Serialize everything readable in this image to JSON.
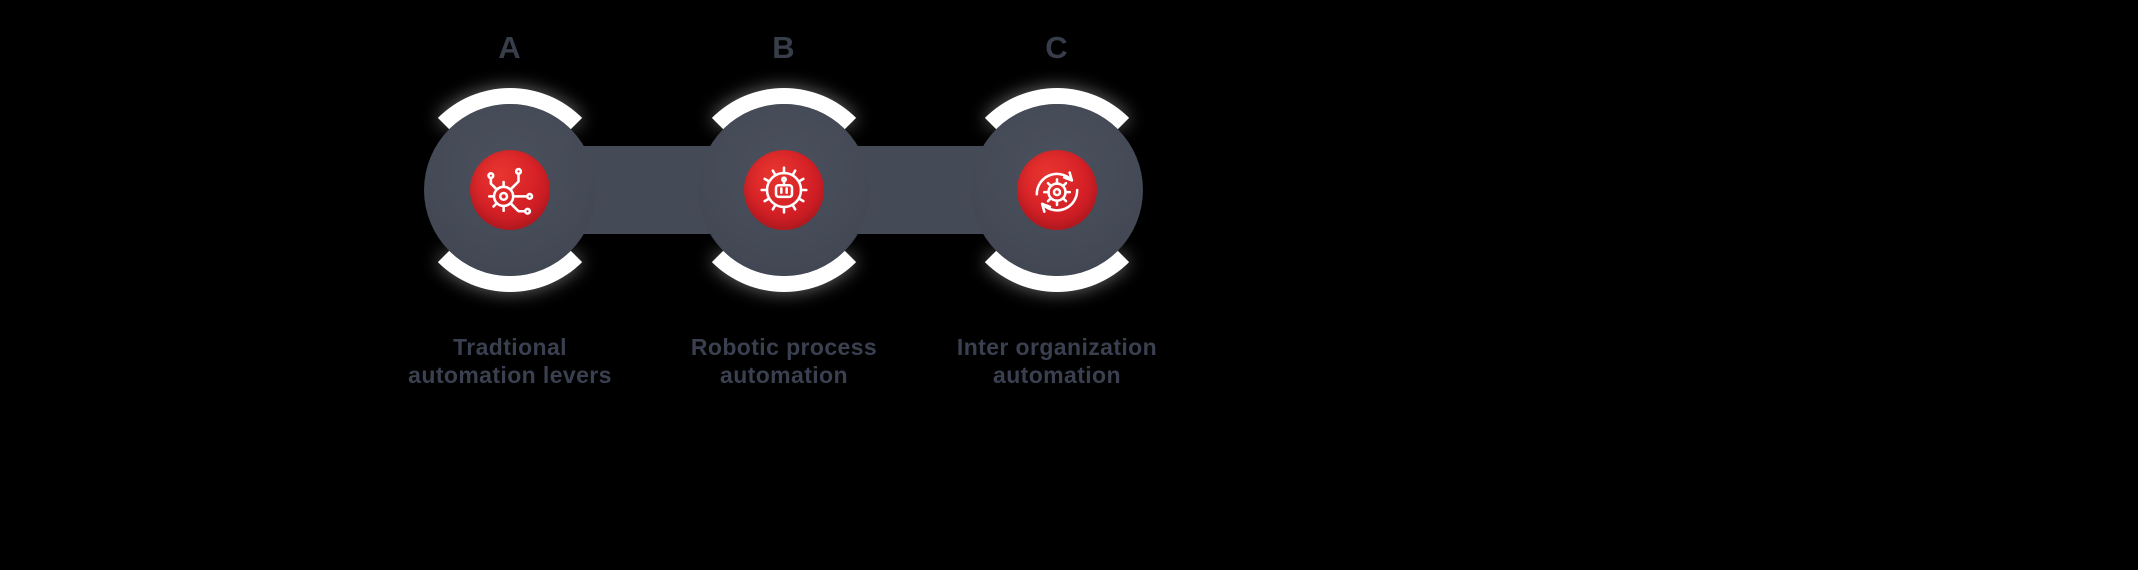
{
  "colors": {
    "background": "#000000",
    "node_gray": "#454a57",
    "accent_red": "#d41f26",
    "halo_white": "#ffffff",
    "text": "#3b4050"
  },
  "nodes": [
    {
      "letter": "A",
      "icon": "ai-circuit-gear-icon",
      "label": [
        "Tradtional",
        "automation levers"
      ]
    },
    {
      "letter": "B",
      "icon": "robot-gear-icon",
      "label": [
        "Robotic process",
        "automation"
      ]
    },
    {
      "letter": "C",
      "icon": "gear-sync-arrows-icon",
      "label": [
        "Inter organization",
        "automation"
      ]
    }
  ]
}
